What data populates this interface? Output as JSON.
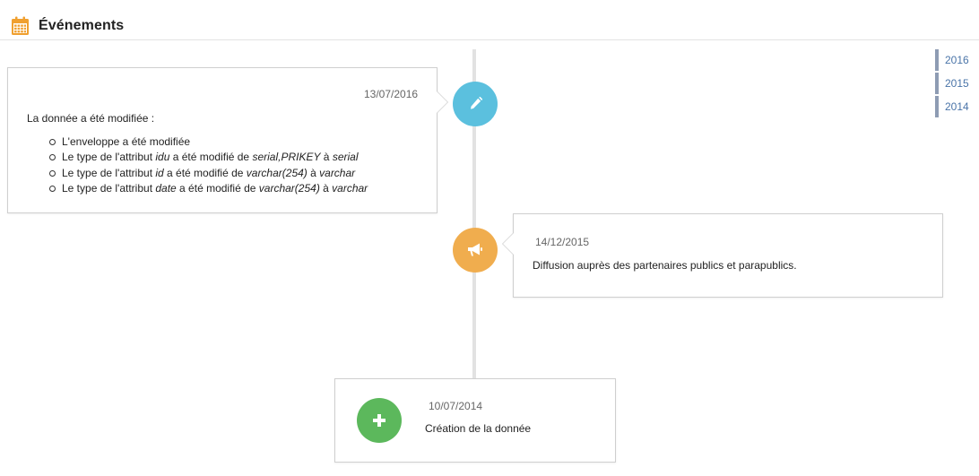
{
  "header": {
    "title": "Événements",
    "icon": "calendar-icon",
    "icon_color": "#f0a030"
  },
  "year_nav": [
    "2016",
    "2015",
    "2014"
  ],
  "events": [
    {
      "date": "13/07/2016",
      "intro": "La donnée a été modifiée :",
      "icon": "pencil-icon",
      "color": "#5bc0de",
      "changes": [
        {
          "before": "L'enveloppe a été modifiée"
        },
        {
          "before": "Le type de l'attribut ",
          "attr": "idu",
          "mid": " a été modifié de ",
          "from": "serial,PRIKEY",
          "to_sep": " à ",
          "to": "serial"
        },
        {
          "before": "Le type de l'attribut ",
          "attr": "id",
          "mid": " a été modifié de ",
          "from": "varchar(254)",
          "to_sep": " à ",
          "to": "varchar"
        },
        {
          "before": "Le type de l'attribut ",
          "attr": "date",
          "mid": " a été modifié de ",
          "from": "varchar(254)",
          "to_sep": " à ",
          "to": "varchar"
        }
      ]
    },
    {
      "date": "14/12/2015",
      "text": "Diffusion auprès des partenaires publics et parapublics.",
      "icon": "bullhorn-icon",
      "color": "#f0ad4e"
    },
    {
      "date": "10/07/2014",
      "text": "Création de la donnée",
      "icon": "plus-icon",
      "color": "#5cb85c"
    }
  ]
}
